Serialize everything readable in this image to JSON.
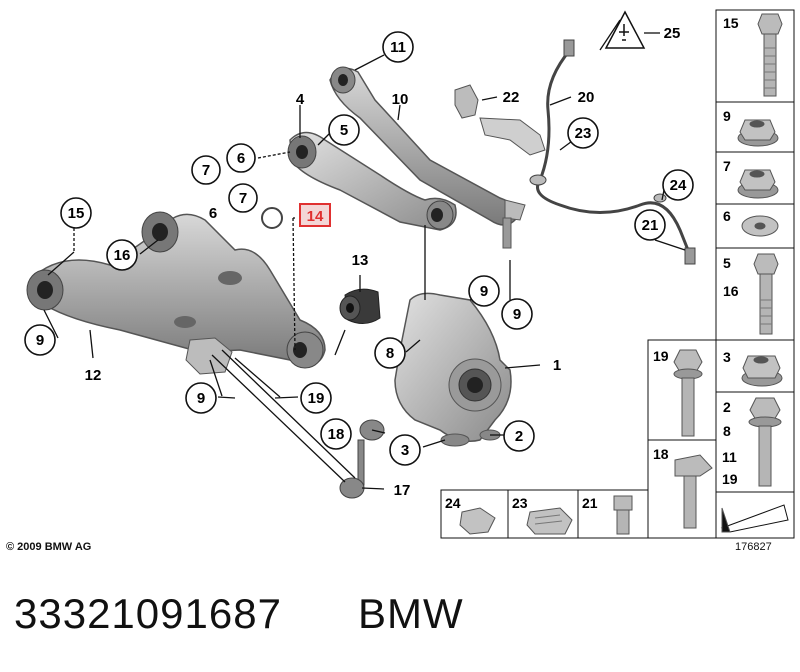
{
  "callouts": {
    "c11": "11",
    "c4": "4",
    "c10": "10",
    "c5": "5",
    "c7a": "7",
    "c6a": "6",
    "c7b": "7",
    "c6b": "6",
    "c14": "14",
    "c15": "15",
    "c16": "16",
    "c9a": "9",
    "c12": "12",
    "c9b": "9",
    "c19": "19",
    "c13": "13",
    "c9c": "9",
    "c9d": "9",
    "c8": "8",
    "c1": "1",
    "c18": "18",
    "c3": "3",
    "c2": "2",
    "c17": "17",
    "c25": "25",
    "c22": "22",
    "c20": "20",
    "c23": "23",
    "c24": "24",
    "c21": "21"
  },
  "highlight_color": "#e03030",
  "parts_panel": {
    "cells": [
      {
        "labels": [
          "15"
        ]
      },
      {
        "labels": [
          "9"
        ]
      },
      {
        "labels": [
          "7"
        ]
      },
      {
        "labels": [
          "6"
        ]
      },
      {
        "labels": [
          "5",
          "16"
        ]
      },
      {
        "labels": [
          "19"
        ]
      },
      {
        "labels": [
          "3"
        ]
      },
      {
        "labels": [
          "2",
          "8",
          "11",
          "19"
        ]
      },
      {
        "labels": [
          "18"
        ]
      },
      {
        "labels": [
          "24"
        ]
      },
      {
        "labels": [
          "23"
        ]
      },
      {
        "labels": [
          "21"
        ]
      }
    ]
  },
  "footer": {
    "copyright": "© 2009 BMW AG",
    "diagram_id": "176827",
    "part_number": "33321091687",
    "brand": "BMW"
  }
}
